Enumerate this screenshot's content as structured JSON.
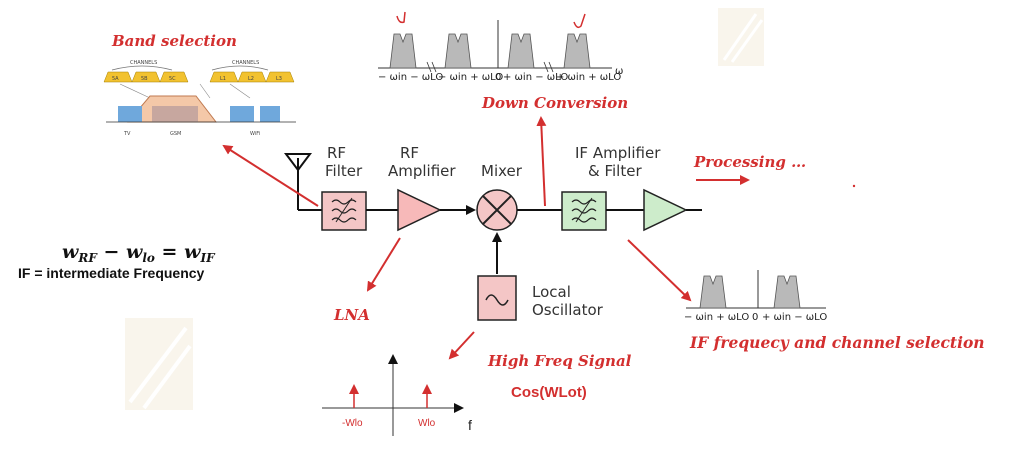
{
  "annotations": {
    "band_selection": "Band selection",
    "down_conversion": "Down Conversion",
    "processing": "Processing …",
    "lna": "LNA",
    "high_freq_signal": "High Freq Signal",
    "if_channel_selection": "IF frequecy and channel selection",
    "cos": "Cos(WLot)"
  },
  "blocks": {
    "rf_filter": [
      "RF",
      "Filter"
    ],
    "rf_amplifier": [
      "RF",
      "Amplifier"
    ],
    "mixer": "Mixer",
    "if_amp_filter": [
      "IF Amplifier",
      "& Filter"
    ],
    "local_oscillator": [
      "Local",
      "Oscillator"
    ]
  },
  "equation": {
    "main": "w",
    "sub_rf": "RF",
    "minus": " − ",
    "w2": "w",
    "sub_lo": "lo",
    "eq": " = ",
    "w3": "w",
    "sub_if": "IF",
    "note": "IF =  intermediate Frequency"
  },
  "top_spectrum_labels": [
    "− ωin − ωLO",
    "− ωin + ωLO",
    "0",
    "+ ωin − ωLO",
    "+ ωin + ωLO",
    "ω"
  ],
  "if_spectrum_labels": [
    "− ωin + ωLO",
    "0",
    "+ ωin − ωLO"
  ],
  "lo_spectrum": {
    "neg": "-Wlo",
    "pos": "Wlo",
    "axis": "f"
  },
  "band_thumbnail": {
    "header_left": "CHANNELS",
    "header_right": "CHANNELS",
    "channels_left": [
      "5A",
      "5B",
      "5C"
    ],
    "channels_right": [
      "L1",
      "L2",
      "L3"
    ],
    "axis_labels": [
      "TV",
      "GSM",
      "WiFi"
    ]
  },
  "colors": {
    "accent": "#d32f2f",
    "filter_pink": "#f4c6c6",
    "if_green": "#cdeccb",
    "amp_pink": "#f7b9b9"
  }
}
